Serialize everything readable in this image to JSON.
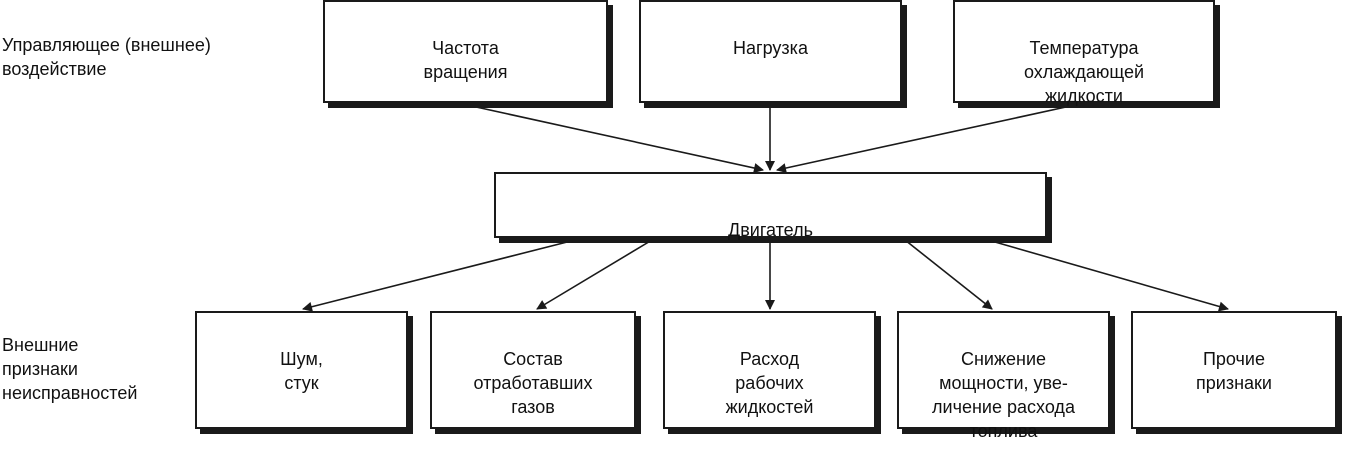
{
  "side_labels": {
    "control": "Управляющее  (внешнее)\nвоздействие",
    "symptoms": "Внешние\nпризнаки\nнеисправностей"
  },
  "inputs": [
    {
      "label": "Частота\nвращения"
    },
    {
      "label": "Нагрузка"
    },
    {
      "label": "Температура\nохлаждающей\nжидкости"
    }
  ],
  "engine": {
    "label": "Двигатель"
  },
  "outputs": [
    {
      "label": "Шум,\nстук"
    },
    {
      "label": "Состав\nотработавших\nгазов"
    },
    {
      "label": "Расход\nрабочих\nжидкостей"
    },
    {
      "label": "Снижение\nмощности, уве-\nличение расхода\nтоплива"
    },
    {
      "label": "Прочие\nпризнаки"
    }
  ]
}
